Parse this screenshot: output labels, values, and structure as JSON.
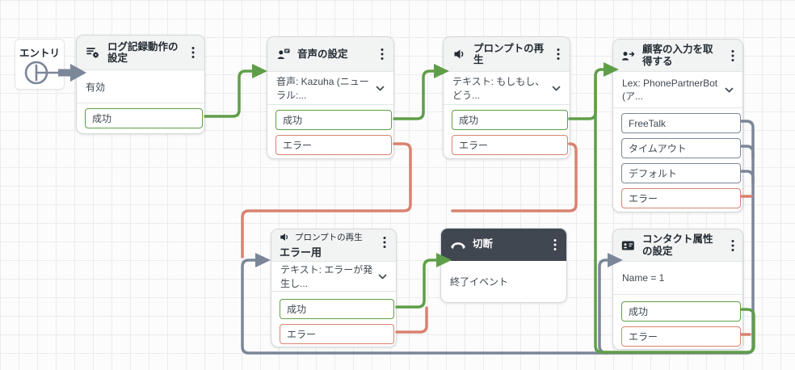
{
  "colors": {
    "success": "#5f9e48",
    "error": "#d9826f",
    "neutral": "#7b8698",
    "dark-header": "#414750",
    "header-bg": "#f2f3f3",
    "canvas-bg": "#fcfcfc",
    "grid-line": "#ececec",
    "border": "#d3d7dc",
    "text": "#232b33",
    "muted-text": "#3f4852"
  },
  "entry": {
    "label": "エントリ",
    "icon": "entry-start-icon"
  },
  "nodes": {
    "logging": {
      "title": "ログ記録動作の設定",
      "icon": "logging-settings-icon",
      "body_text": "有効",
      "outputs": {
        "success": "成功"
      }
    },
    "voice": {
      "title": "音声の設定",
      "icon": "set-voice-icon",
      "body_text": "音声: Kazuha (ニューラル:...",
      "outputs": {
        "success": "成功",
        "error": "エラー"
      }
    },
    "prompt": {
      "title": "プロンプトの再生",
      "icon": "speaker-icon",
      "body_text": "テキスト: もしもし、どう...",
      "outputs": {
        "success": "成功",
        "error": "エラー"
      }
    },
    "input": {
      "title": "顧客の入力を取得する",
      "icon": "customer-input-icon",
      "body_text": "Lex: PhonePartnerBot (ア...",
      "outputs": {
        "freetalk": "FreeTalk",
        "timeout": "タイムアウト",
        "default": "デフォルト",
        "error": "エラー"
      }
    },
    "prompt_error": {
      "subtitle": "プロンプトの再生",
      "title": "エラー用",
      "icon": "speaker-icon",
      "body_text": "テキスト: エラーが発生し...",
      "outputs": {
        "success": "成功",
        "error": "エラー"
      }
    },
    "disconnect": {
      "title": "切断",
      "icon": "phone-hangup-icon",
      "body_text": "終了イベント"
    },
    "attributes": {
      "title": "コンタクト属性の設定",
      "icon": "contact-attributes-icon",
      "body_text": "Name = 1",
      "outputs": {
        "success": "成功",
        "error": "エラー"
      }
    }
  },
  "connections": [
    {
      "from": "entry",
      "to": "logging",
      "status": "neutral"
    },
    {
      "from": "logging.成功",
      "to": "voice",
      "status": "success"
    },
    {
      "from": "voice.成功",
      "to": "prompt",
      "status": "success"
    },
    {
      "from": "prompt.成功",
      "to": "input",
      "status": "success"
    },
    {
      "from": "voice.エラー",
      "to": "prompt_error",
      "status": "error"
    },
    {
      "from": "prompt.エラー",
      "to": "prompt_error",
      "status": "error"
    },
    {
      "from": "input.FreeTalk",
      "to": "attributes",
      "status": "neutral"
    },
    {
      "from": "input.タイムアウト",
      "to": "prompt_error",
      "status": "neutral"
    },
    {
      "from": "input.デフォルト",
      "to": "prompt_error",
      "status": "neutral"
    },
    {
      "from": "input.エラー",
      "to": "prompt_error",
      "status": "error"
    },
    {
      "from": "prompt_error.成功",
      "to": "disconnect",
      "status": "success"
    },
    {
      "from": "prompt_error.エラー",
      "to": "disconnect",
      "status": "error"
    },
    {
      "from": "attributes.成功",
      "to": "input",
      "status": "success"
    },
    {
      "from": "attributes.エラー",
      "to": "input",
      "status": "error"
    }
  ]
}
